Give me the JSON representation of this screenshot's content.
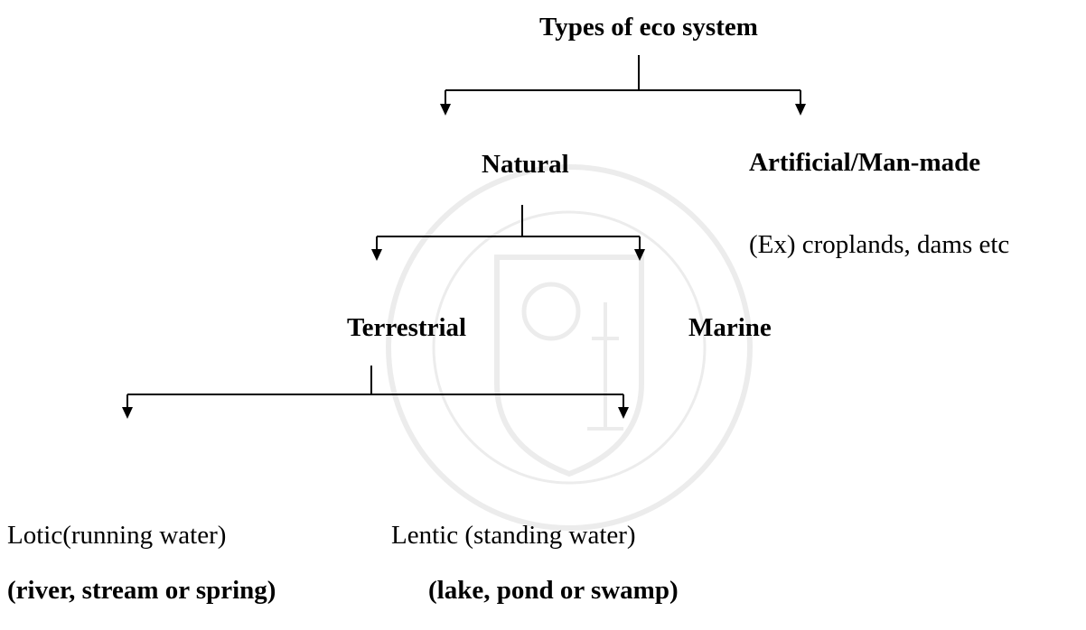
{
  "diagram": {
    "root": {
      "label": "Types of eco system"
    },
    "natural": {
      "label": "Natural"
    },
    "artificial": {
      "label": "Artificial/Man-made",
      "example": "(Ex) croplands, dams etc"
    },
    "terrestrial": {
      "label": "Terrestrial"
    },
    "marine": {
      "label": "Marine"
    },
    "lotic": {
      "label": "Lotic(running water)",
      "example": "(river, stream or spring)"
    },
    "lentic": {
      "label": "Lentic (standing water)",
      "example": "(lake, pond or swamp)"
    }
  },
  "colors": {
    "text": "#000000",
    "line": "#000000",
    "background": "#ffffff"
  }
}
